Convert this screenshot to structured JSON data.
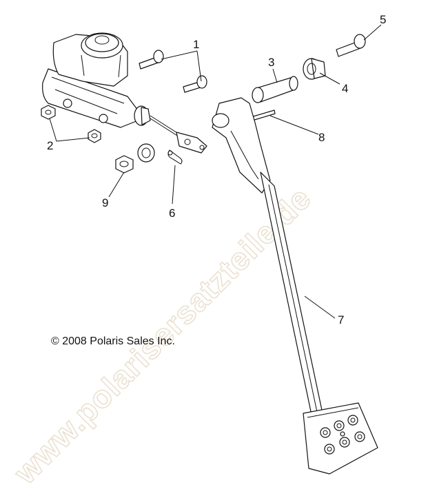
{
  "diagram": {
    "callouts": [
      {
        "id": "1",
        "label": "1"
      },
      {
        "id": "2",
        "label": "2"
      },
      {
        "id": "3",
        "label": "3"
      },
      {
        "id": "4",
        "label": "4"
      },
      {
        "id": "5",
        "label": "5"
      },
      {
        "id": "6",
        "label": "6"
      },
      {
        "id": "7",
        "label": "7"
      },
      {
        "id": "8",
        "label": "8"
      },
      {
        "id": "9",
        "label": "9"
      }
    ],
    "copyright": "© 2008 Polaris Sales Inc.",
    "watermark": "www.polarisersatzteile.de"
  }
}
